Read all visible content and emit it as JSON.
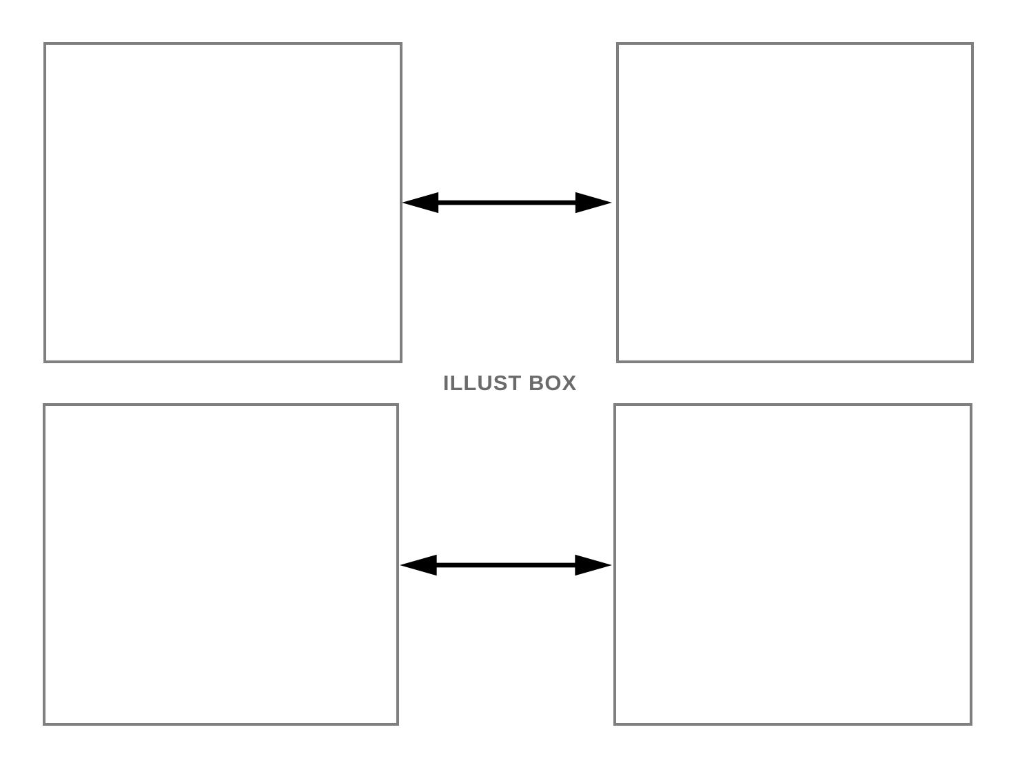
{
  "page": {
    "watermark": "ILLUST BOX",
    "background_color": "#ffffff",
    "watermark_color": "#6b6b6b"
  },
  "diagram": {
    "type": "comparison-template",
    "box_border_color": "#7f7f7f",
    "box_fill_color": "#ffffff",
    "arrow_color": "#000000",
    "boxes": [
      {
        "id": "top-left",
        "label": ""
      },
      {
        "id": "top-right",
        "label": ""
      },
      {
        "id": "bottom-left",
        "label": ""
      },
      {
        "id": "bottom-right",
        "label": ""
      }
    ],
    "connectors": [
      {
        "id": "top",
        "style": "double-headed-arrow",
        "from": "top-left",
        "to": "top-right"
      },
      {
        "id": "bottom",
        "style": "double-headed-arrow",
        "from": "bottom-left",
        "to": "bottom-right"
      }
    ]
  }
}
